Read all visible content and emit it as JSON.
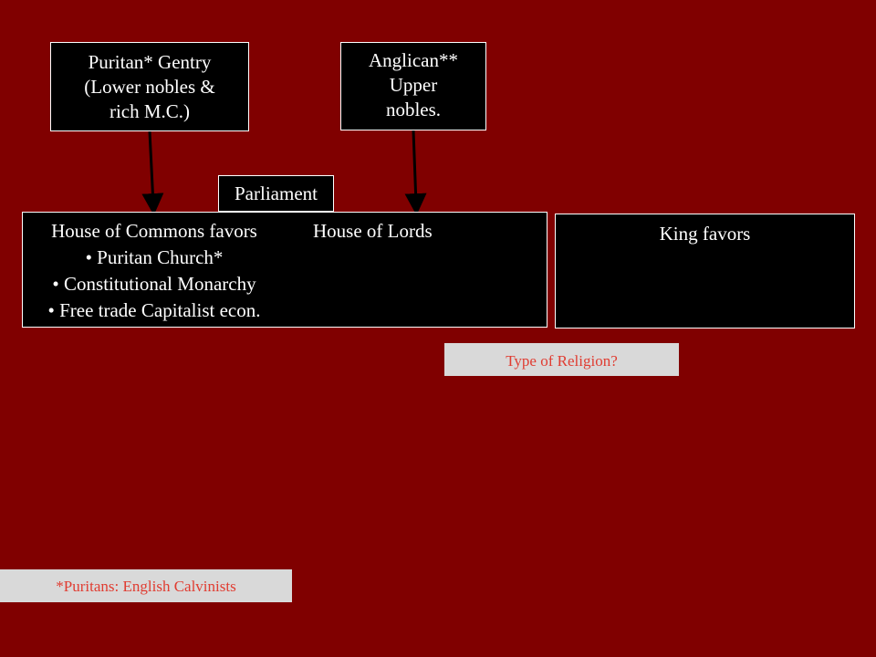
{
  "boxes": {
    "gentry": {
      "lines": [
        "Puritan* Gentry",
        "(Lower nobles &",
        "rich M.C.)"
      ]
    },
    "anglican": {
      "lines": [
        "Anglican**",
        "Upper",
        "nobles."
      ]
    },
    "parliament": "Parliament",
    "commons": {
      "lines": [
        "House of Commons favors",
        "• Puritan Church*",
        "• Constitutional Monarchy",
        "• Free trade Capitalist econ."
      ]
    },
    "lords": "House of Lords",
    "king": "King favors"
  },
  "labels": {
    "religion_question": "Type of Religion?",
    "footnote": "*Puritans: English Calvinists"
  },
  "colors": {
    "background": "#800000",
    "box_fill": "#000000",
    "box_text": "#ffffff",
    "note_fill": "#d9d9d9",
    "note_text": "#e03c31"
  }
}
